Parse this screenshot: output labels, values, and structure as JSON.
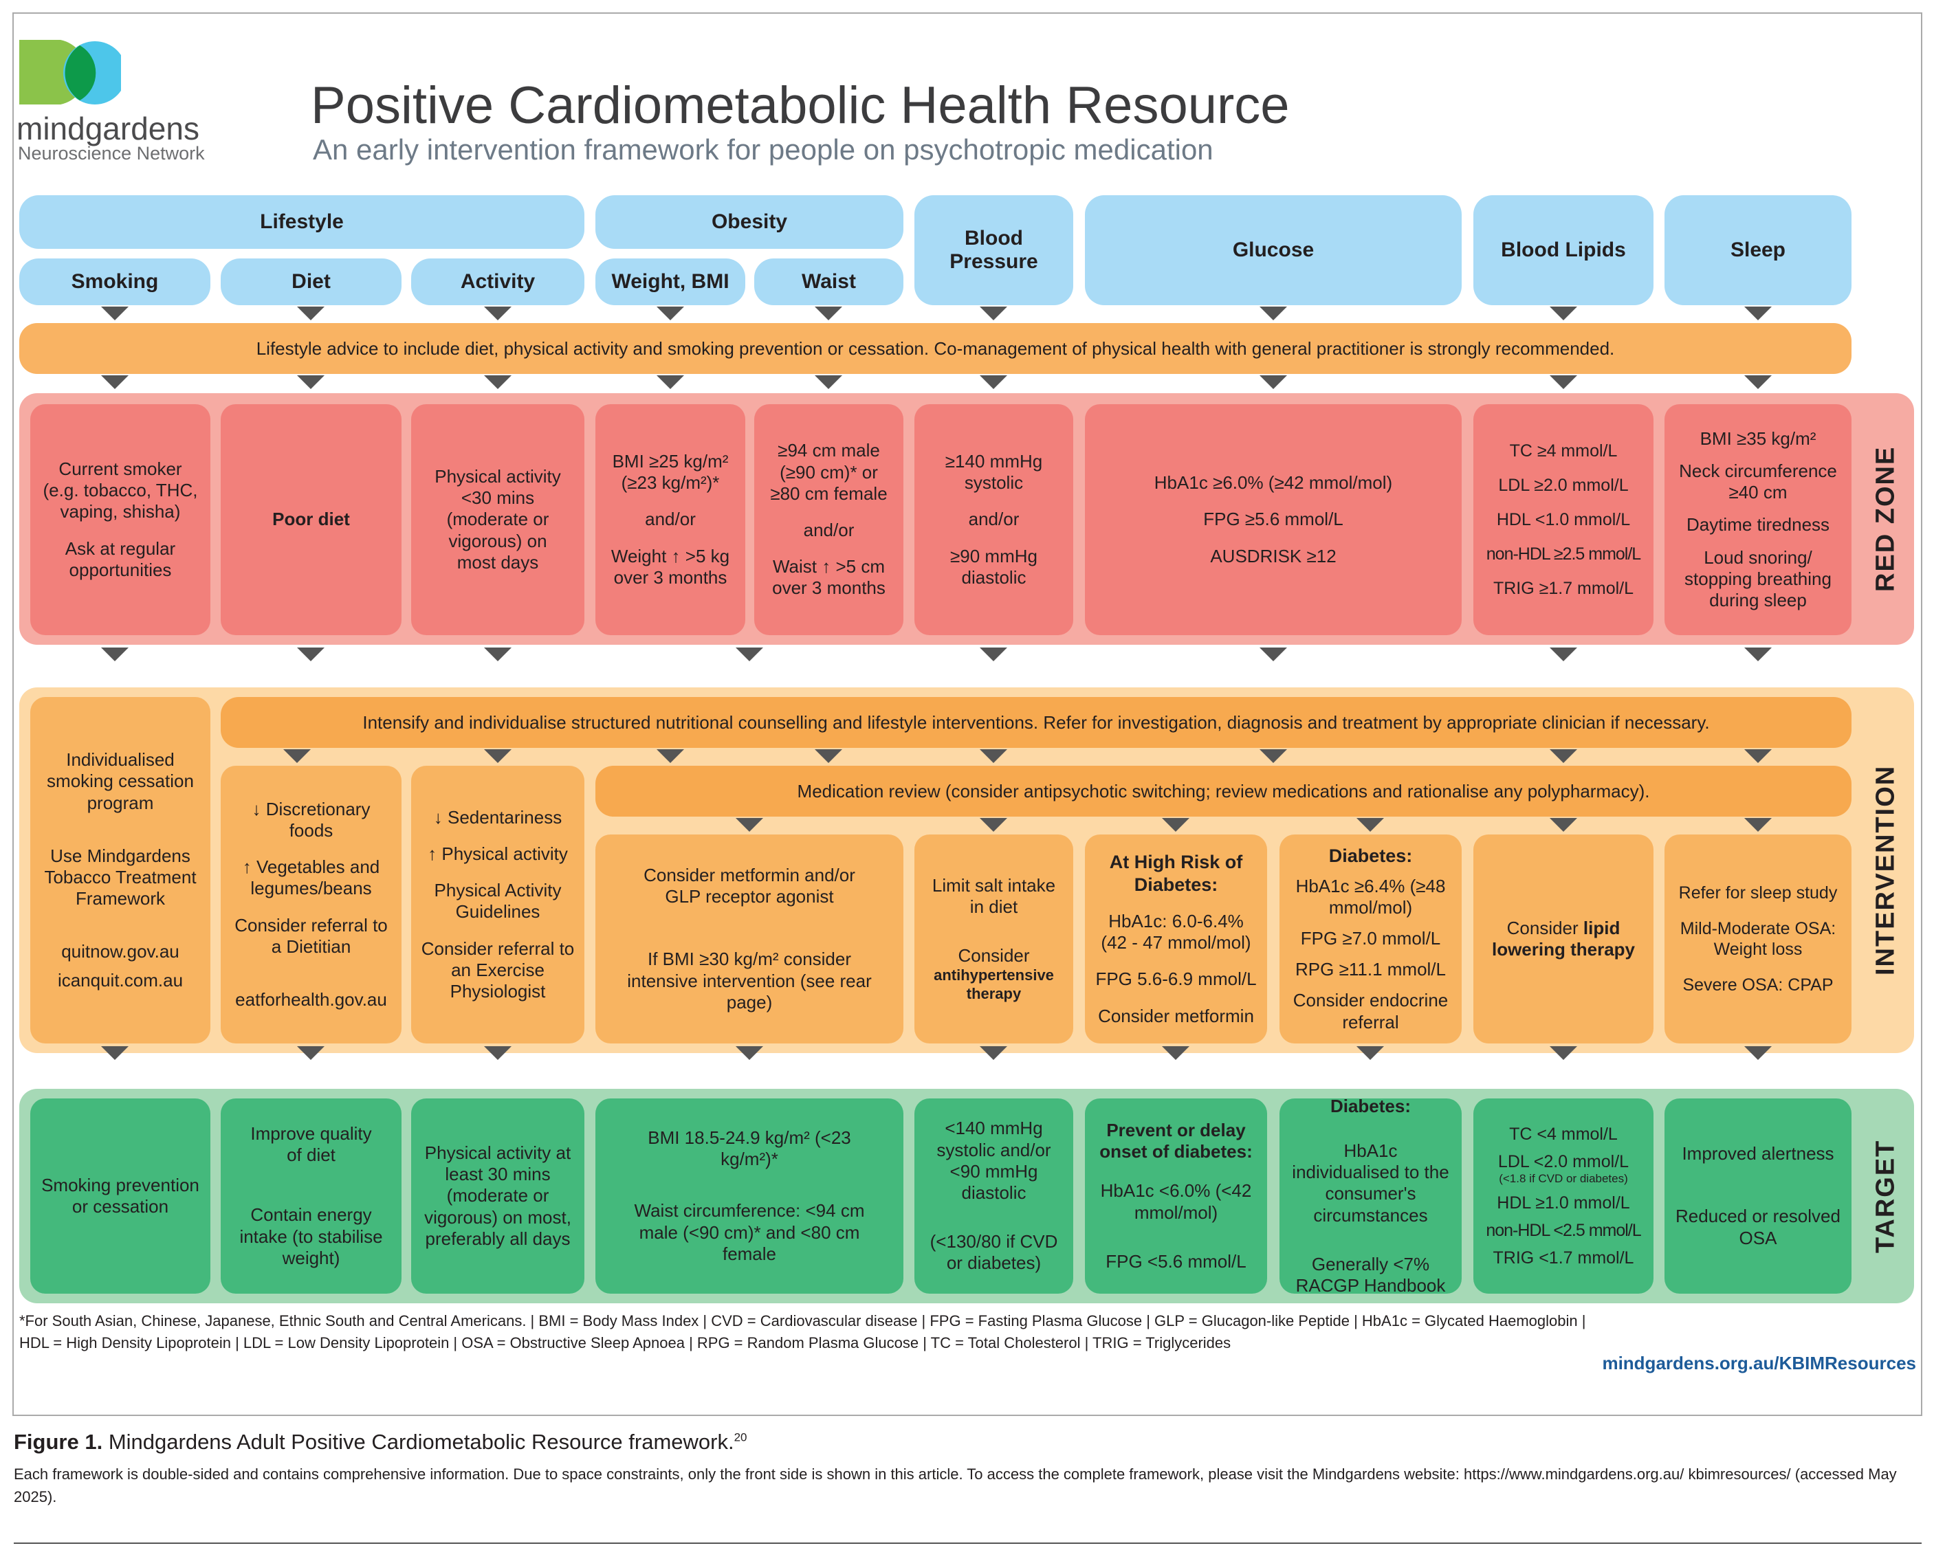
{
  "brand": {
    "name": "mindgardens",
    "tagline": "Neuroscience Network",
    "colors": {
      "green": "#8bc34a",
      "dark_green": "#0d9a4a",
      "blue": "#4dc6ea"
    }
  },
  "title": "Positive Cardiometabolic Health Resource",
  "subtitle": "An early intervention framework for people on psychotropic medication",
  "headers": {
    "lifestyle": "Lifestyle",
    "obesity": "Obesity",
    "smoking": "Smoking",
    "diet": "Diet",
    "activity": "Activity",
    "weight_bmi": "Weight, BMI",
    "waist": "Waist",
    "blood_pressure": "Blood Pressure",
    "glucose": "Glucose",
    "blood_lipids": "Blood Lipids",
    "sleep": "Sleep"
  },
  "advice_bar": "Lifestyle advice to include diet, physical activity and smoking prevention or cessation. Co-management of physical health with general practitioner is strongly recommended.",
  "zones": {
    "red": "RED ZONE",
    "intervention": "INTERVENTION",
    "target": "TARGET"
  },
  "red_zone": {
    "smoking": [
      "Current smoker (e.g. tobacco, THC, vaping, shisha)",
      "Ask at regular opportunities"
    ],
    "diet": [
      "Poor diet"
    ],
    "activity": [
      "Physical activity <30 mins (moderate or vigorous) on most days"
    ],
    "weight_bmi": [
      "BMI ≥25 kg/m² (≥23 kg/m²)*",
      "and/or",
      "Weight ↑ >5 kg over 3 months"
    ],
    "waist": [
      "≥94 cm male (≥90 cm)* or ≥80 cm female",
      "and/or",
      "Waist ↑ >5 cm over 3 months"
    ],
    "blood_pressure": [
      "≥140 mmHg systolic",
      "and/or",
      "≥90 mmHg diastolic"
    ],
    "glucose": [
      "HbA1c ≥6.0% (≥42 mmol/mol)",
      "FPG ≥5.6 mmol/L",
      "AUSDRISK ≥12"
    ],
    "blood_lipids": [
      "TC ≥4 mmol/L",
      "LDL ≥2.0 mmol/L",
      "HDL <1.0 mmol/L",
      "non-HDL ≥2.5 mmol/L",
      "TRIG ≥1.7 mmol/L"
    ],
    "sleep": [
      "BMI ≥35 kg/m²",
      "Neck circumference ≥40 cm",
      "Daytime tiredness",
      "Loud snoring/ stopping breathing during sleep"
    ]
  },
  "intervention": {
    "intensify_bar": "Intensify and individualise structured nutritional counselling and lifestyle interventions. Refer for investigation, diagnosis and treatment by appropriate clinician if necessary.",
    "medication_bar": "Medication review (consider antipsychotic switching; review medications and rationalise any polypharmacy).",
    "smoking": [
      "Individualised smoking cessation program",
      "Use Mindgardens Tobacco Treatment Framework",
      "quitnow.gov.au",
      "icanquit.com.au"
    ],
    "diet": [
      "↓ Discretionary foods",
      "↑ Vegetables and legumes/beans",
      "Consider referral to a Dietitian",
      "eatforhealth.gov.au"
    ],
    "activity": [
      "↓ Sedentariness",
      "↑ Physical activity",
      "Physical Activity Guidelines",
      "Consider referral to an Exercise Physiologist"
    ],
    "obesity": [
      "Consider metformin and/or GLP receptor agonist",
      "If BMI ≥30 kg/m² consider intensive intervention (see rear page)"
    ],
    "blood_pressure": [
      "Limit salt intake in diet",
      "Consider",
      "antihypertensive therapy"
    ],
    "glucose_high_risk": [
      "At High Risk of Diabetes:",
      "HbA1c: 6.0-6.4% (42 - 47 mmol/mol)",
      "FPG 5.6-6.9 mmol/L",
      "Consider metformin"
    ],
    "glucose_diabetes": [
      "Diabetes:",
      "HbA1c ≥6.4% (≥48 mmol/mol)",
      "FPG ≥7.0 mmol/L",
      "RPG ≥11.1 mmol/L",
      "Consider endocrine referral"
    ],
    "blood_lipids": [
      "Consider",
      "lipid lowering therapy"
    ],
    "sleep": [
      "Refer for sleep study",
      "Mild-Moderate OSA: Weight loss",
      "Severe OSA: CPAP"
    ]
  },
  "target": {
    "smoking": [
      "Smoking prevention or cessation"
    ],
    "diet": [
      "Improve quality of diet",
      "Contain energy intake (to stabilise weight)"
    ],
    "activity": [
      "Physical activity at least 30 mins (moderate or vigorous) on most, preferably all days"
    ],
    "obesity": [
      "BMI 18.5-24.9 kg/m² (<23 kg/m²)*",
      "Waist circumference: <94 cm male (<90 cm)* and <80 cm female"
    ],
    "blood_pressure": [
      "<140 mmHg systolic and/or <90 mmHg diastolic",
      "(<130/80 if CVD or diabetes)"
    ],
    "glucose_prevent": [
      "Prevent or delay onset of diabetes:",
      "HbA1c <6.0% (<42 mmol/mol)",
      "FPG <5.6 mmol/L"
    ],
    "glucose_diabetes": [
      "Diabetes:",
      "HbA1c individualised to the consumer's circumstances",
      "Generally <7% RACGP Handbook"
    ],
    "blood_lipids": [
      "TC <4 mmol/L",
      "LDL <2.0 mmol/L",
      "(<1.8 if CVD or diabetes)",
      "HDL ≥1.0 mmol/L",
      "non-HDL <2.5 mmol/L",
      "TRIG <1.7 mmol/L"
    ],
    "sleep": [
      "Improved alertness",
      "Reduced or resolved OSA"
    ]
  },
  "footnote_line1": "*For South Asian, Chinese, Japanese, Ethnic South and Central Americans. | BMI = Body Mass Index | CVD = Cardiovascular disease | FPG = Fasting Plasma Glucose | GLP = Glucagon-like Peptide | HbA1c = Glycated Haemoglobin |",
  "footnote_line2": "HDL = High Density Lipoprotein | LDL = Low Density Lipoprotein | OSA = Obstructive Sleep Apnoea | RPG = Random Plasma Glucose | TC = Total Cholesterol | TRIG = Triglycerides",
  "website": "mindgardens.org.au/KBIMResources",
  "caption": {
    "label": "Figure 1.",
    "text": "Mindgardens Adult Positive Cardiometabolic Resource framework.",
    "ref": "20",
    "note": "Each framework is double-sided and contains comprehensive information. Due to space constraints, only the front side is shown in this article. To access the complete framework, please visit the Mindgardens website: https://www.mindgardens.org.au/ kbimresources/ (accessed May 2025)."
  }
}
